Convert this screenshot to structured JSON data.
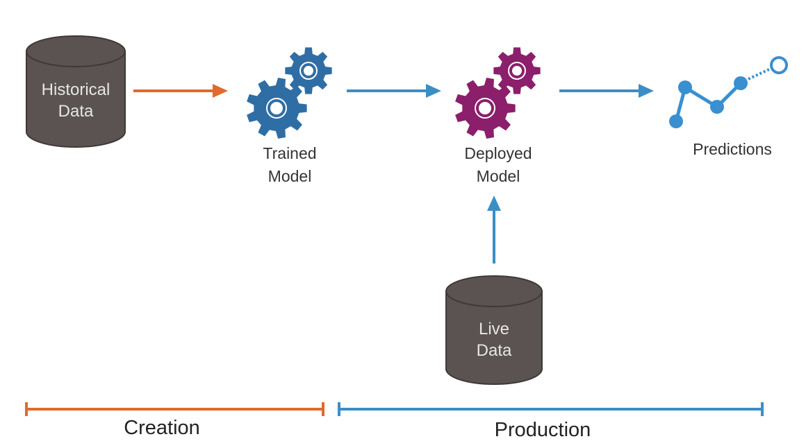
{
  "diagram": {
    "colors": {
      "database": "#5a5352",
      "database_stroke": "#3e3837",
      "creation": "#e06a2c",
      "production": "#3b8ec4",
      "trained_gears": "#2f6ea5",
      "deployed_gears": "#8b1f6b",
      "predictions": "#3a8fd0"
    },
    "nodes": {
      "historical_data": {
        "line1": "Historical",
        "line2": "Data",
        "icon": "database-icon"
      },
      "trained_model": {
        "line1": "Trained",
        "line2": "Model",
        "icon": "gears-icon"
      },
      "deployed_model": {
        "line1": "Deployed",
        "line2": "Model",
        "icon": "gears-icon"
      },
      "predictions": {
        "label": "Predictions",
        "icon": "line-chart-icon"
      },
      "live_data": {
        "line1": "Live",
        "line2": "Data",
        "icon": "database-icon"
      }
    },
    "edges": [
      {
        "from": "Historical Data",
        "to": "Trained Model",
        "phase": "creation"
      },
      {
        "from": "Trained Model",
        "to": "Deployed Model",
        "phase": "production"
      },
      {
        "from": "Deployed Model",
        "to": "Predictions",
        "phase": "production"
      },
      {
        "from": "Live Data",
        "to": "Deployed Model",
        "phase": "production"
      }
    ],
    "phases": {
      "creation": "Creation",
      "production": "Production"
    }
  }
}
